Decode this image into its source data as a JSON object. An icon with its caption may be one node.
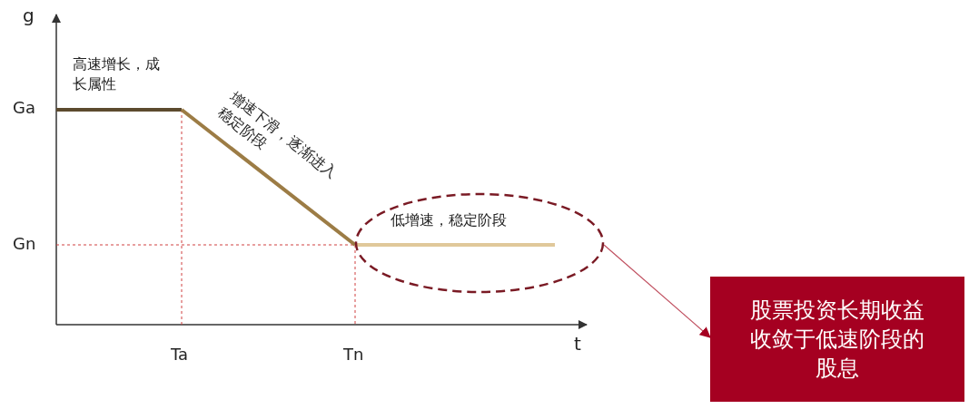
{
  "diagram": {
    "nodes": [
      {
        "text": [
          "低增速，稳定阶段"
        ]
      },
      {
        "text": [
          "股票投资长期收益收敛于低速阶段的股息"
        ]
      }
    ],
    "edges": [
      {
        "from": 0,
        "to": 1,
        "arrow": "to"
      }
    ],
    "labels": [
      "g",
      "高速增长，成长属性",
      "Ga",
      "增速下滑，逐渐进入稳定阶段",
      "Gn",
      "t",
      "Ta",
      "Tn"
    ]
  }
}
